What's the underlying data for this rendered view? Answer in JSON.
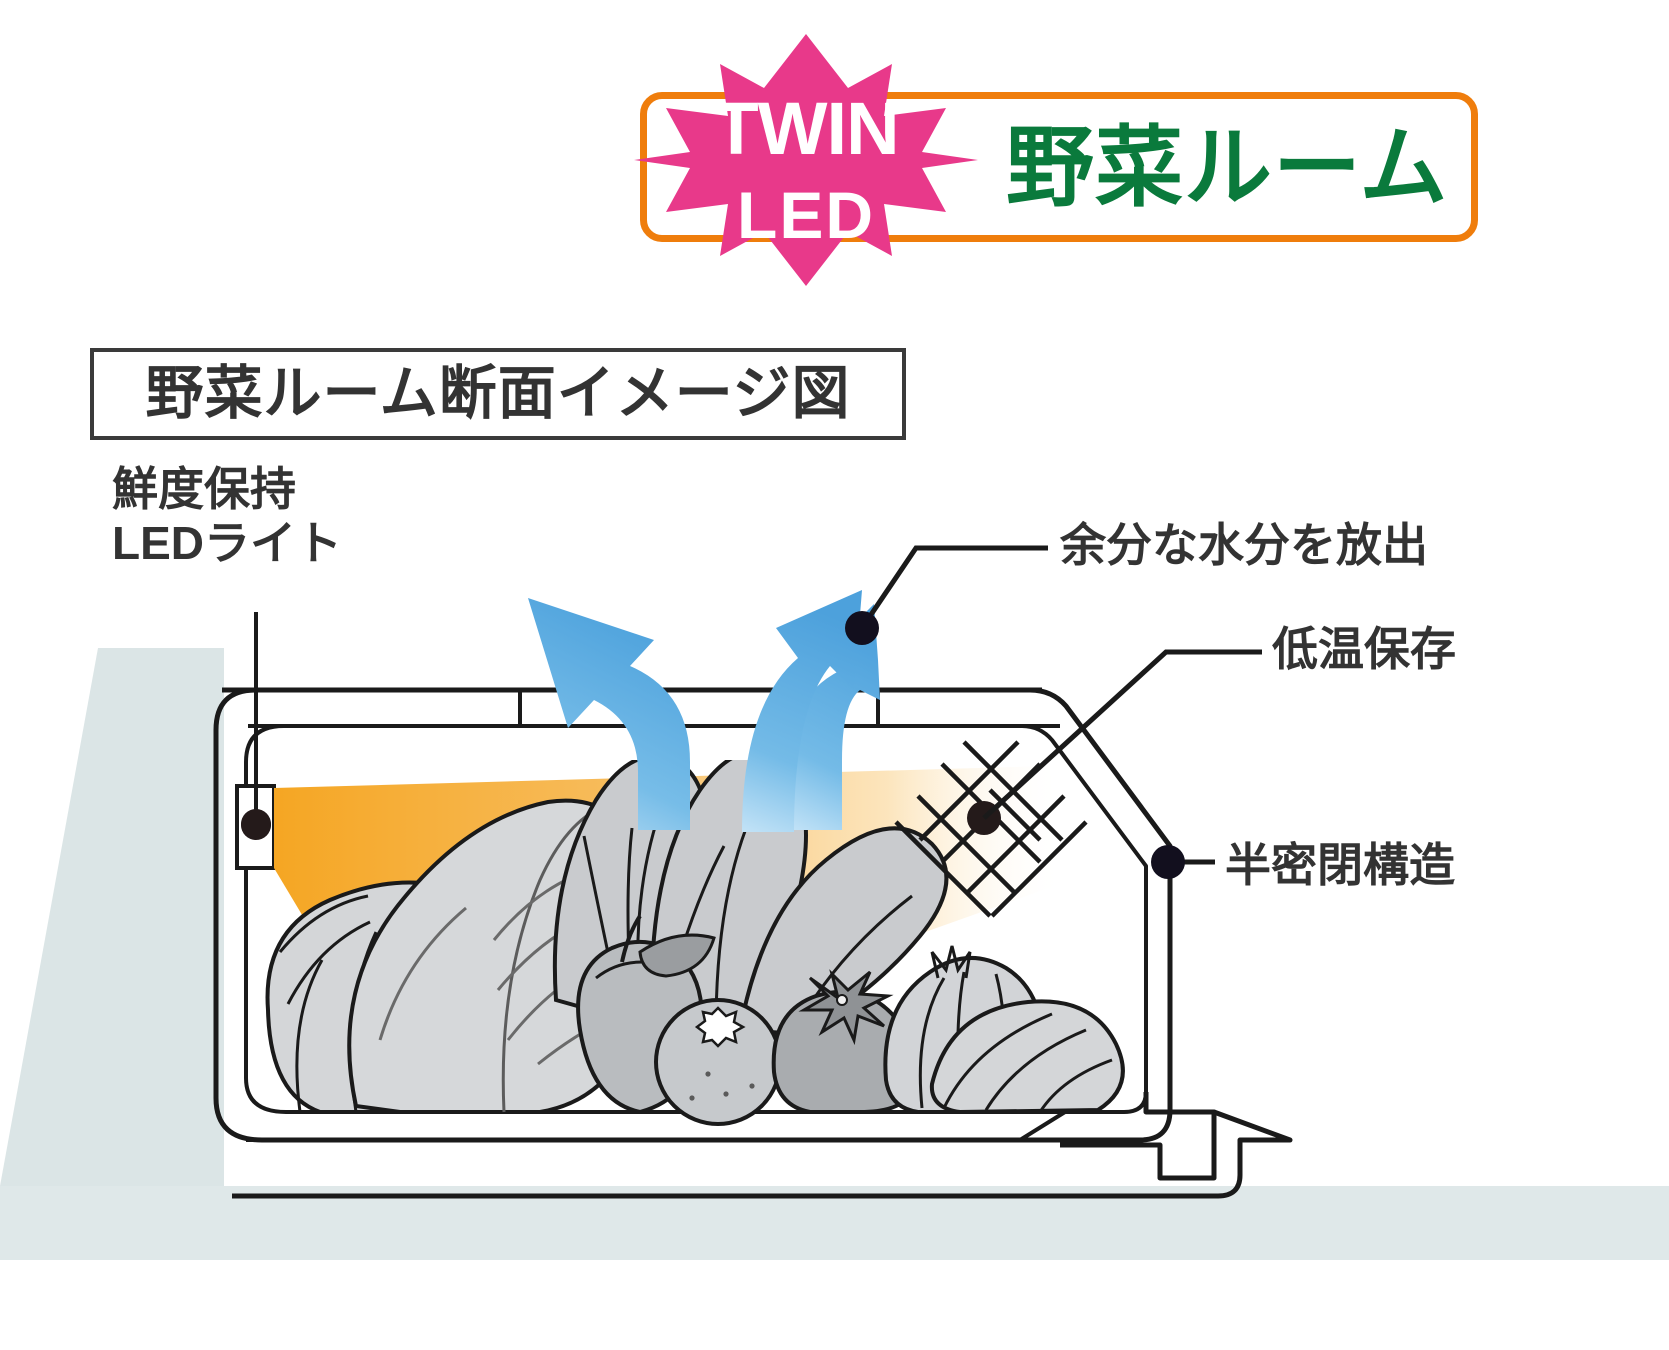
{
  "badge": {
    "twin_text": "TWIN",
    "led_text": "LED",
    "room_text": "野菜ルーム",
    "diamond_color": "#e8398a",
    "frame_color": "#ef7d0c",
    "room_text_color": "#0a7a3c"
  },
  "section": {
    "title": "野菜ルーム断面イメージ図",
    "title_border_color": "#3a3a3a"
  },
  "callouts": {
    "led_light_line1": "鮮度保持",
    "led_light_line2": "LEDライト",
    "release_moisture": "余分な水分を放出",
    "low_temp_storage": "低温保存",
    "semi_sealed_structure": "半密閉構造"
  },
  "diagram": {
    "light_cone_color_near": "#f5a623",
    "light_cone_color_far": "#ffffff",
    "airflow_arrow_color": "#56a8e0",
    "outline_color": "#1a1a1a",
    "produce_fill": "#d4d6d8",
    "wall_panel_color": "#dbe5e6",
    "marker_dot_color": "#120f1e",
    "icon_names": [
      "led-lamp-icon",
      "light-cone-icon",
      "airflow-arrow-left-icon",
      "airflow-arrow-right-icon",
      "cold-mesh-icon",
      "cabbage-icon",
      "lettuce-icon",
      "apple-icon",
      "orange-icon",
      "tomato-icon",
      "onion-icon",
      "daikon-icon"
    ]
  }
}
